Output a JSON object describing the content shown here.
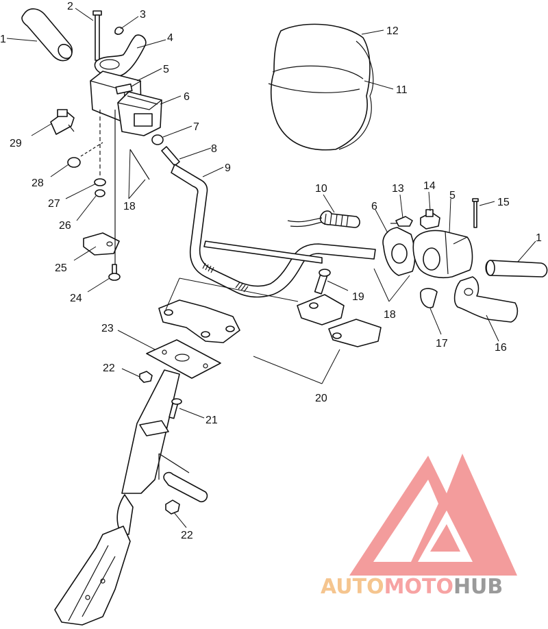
{
  "diagram": {
    "callouts": [
      {
        "id": "c1a",
        "text": "1"
      },
      {
        "id": "c2",
        "text": "2"
      },
      {
        "id": "c3",
        "text": "3"
      },
      {
        "id": "c4",
        "text": "4"
      },
      {
        "id": "c5a",
        "text": "5"
      },
      {
        "id": "c6a",
        "text": "6"
      },
      {
        "id": "c7",
        "text": "7"
      },
      {
        "id": "c8",
        "text": "8"
      },
      {
        "id": "c9",
        "text": "9"
      },
      {
        "id": "c10",
        "text": "10"
      },
      {
        "id": "c11",
        "text": "11"
      },
      {
        "id": "c12",
        "text": "12"
      },
      {
        "id": "c13",
        "text": "13"
      },
      {
        "id": "c14",
        "text": "14"
      },
      {
        "id": "c15",
        "text": "15"
      },
      {
        "id": "c5b",
        "text": "5"
      },
      {
        "id": "c6b",
        "text": "6"
      },
      {
        "id": "c1b",
        "text": "1"
      },
      {
        "id": "c29",
        "text": "29"
      },
      {
        "id": "c28",
        "text": "28"
      },
      {
        "id": "c27",
        "text": "27"
      },
      {
        "id": "c26",
        "text": "26"
      },
      {
        "id": "c18a",
        "text": "18"
      },
      {
        "id": "c25",
        "text": "25"
      },
      {
        "id": "c24",
        "text": "24"
      },
      {
        "id": "c19",
        "text": "19"
      },
      {
        "id": "c18b",
        "text": "18"
      },
      {
        "id": "c17",
        "text": "17"
      },
      {
        "id": "c16",
        "text": "16"
      },
      {
        "id": "c23",
        "text": "23"
      },
      {
        "id": "c22a",
        "text": "22"
      },
      {
        "id": "c20",
        "text": "20"
      },
      {
        "id": "c21",
        "text": "21"
      },
      {
        "id": "c22b",
        "text": "22"
      }
    ]
  },
  "watermark": {
    "part1": "AUTO",
    "part2": "MOTO",
    "part3": "HUB",
    "colors": {
      "auto": "#f5c58f",
      "moto": "#f7a3a3",
      "hub": "#9a9a9a",
      "logo": "#f28b8b"
    }
  }
}
